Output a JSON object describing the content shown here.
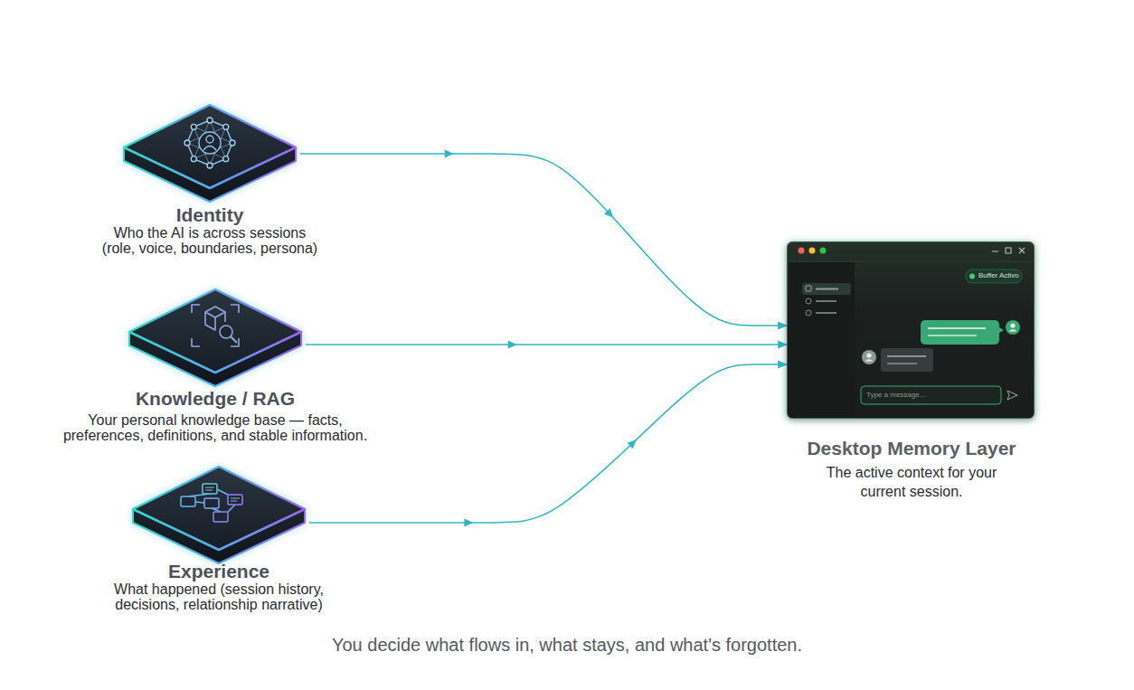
{
  "diagram": {
    "caption": "You decide what flows in, what stays, and what's forgotten.",
    "nodes": [
      {
        "text": [
          "Identity",
          "Who the AI is across sessions (role, voice, boundaries, persona)"
        ]
      },
      {
        "text": [
          "Knowledge / RAG",
          "Your personal knowledge base — facts, preferences, definitions, and stable information."
        ]
      },
      {
        "text": [
          "Experience",
          "What happened (session history, decisions, relationship narrative)"
        ]
      },
      {
        "text": [
          "Desktop Memory Layer",
          "The active context for your current session."
        ]
      }
    ],
    "edges": [
      {
        "from": 0,
        "to": 3,
        "arrow": "to"
      },
      {
        "from": 1,
        "to": 3,
        "arrow": "to"
      },
      {
        "from": 2,
        "to": 3,
        "arrow": "to"
      }
    ],
    "labels": [
      "Buffer Activo",
      "Type a message..."
    ]
  }
}
